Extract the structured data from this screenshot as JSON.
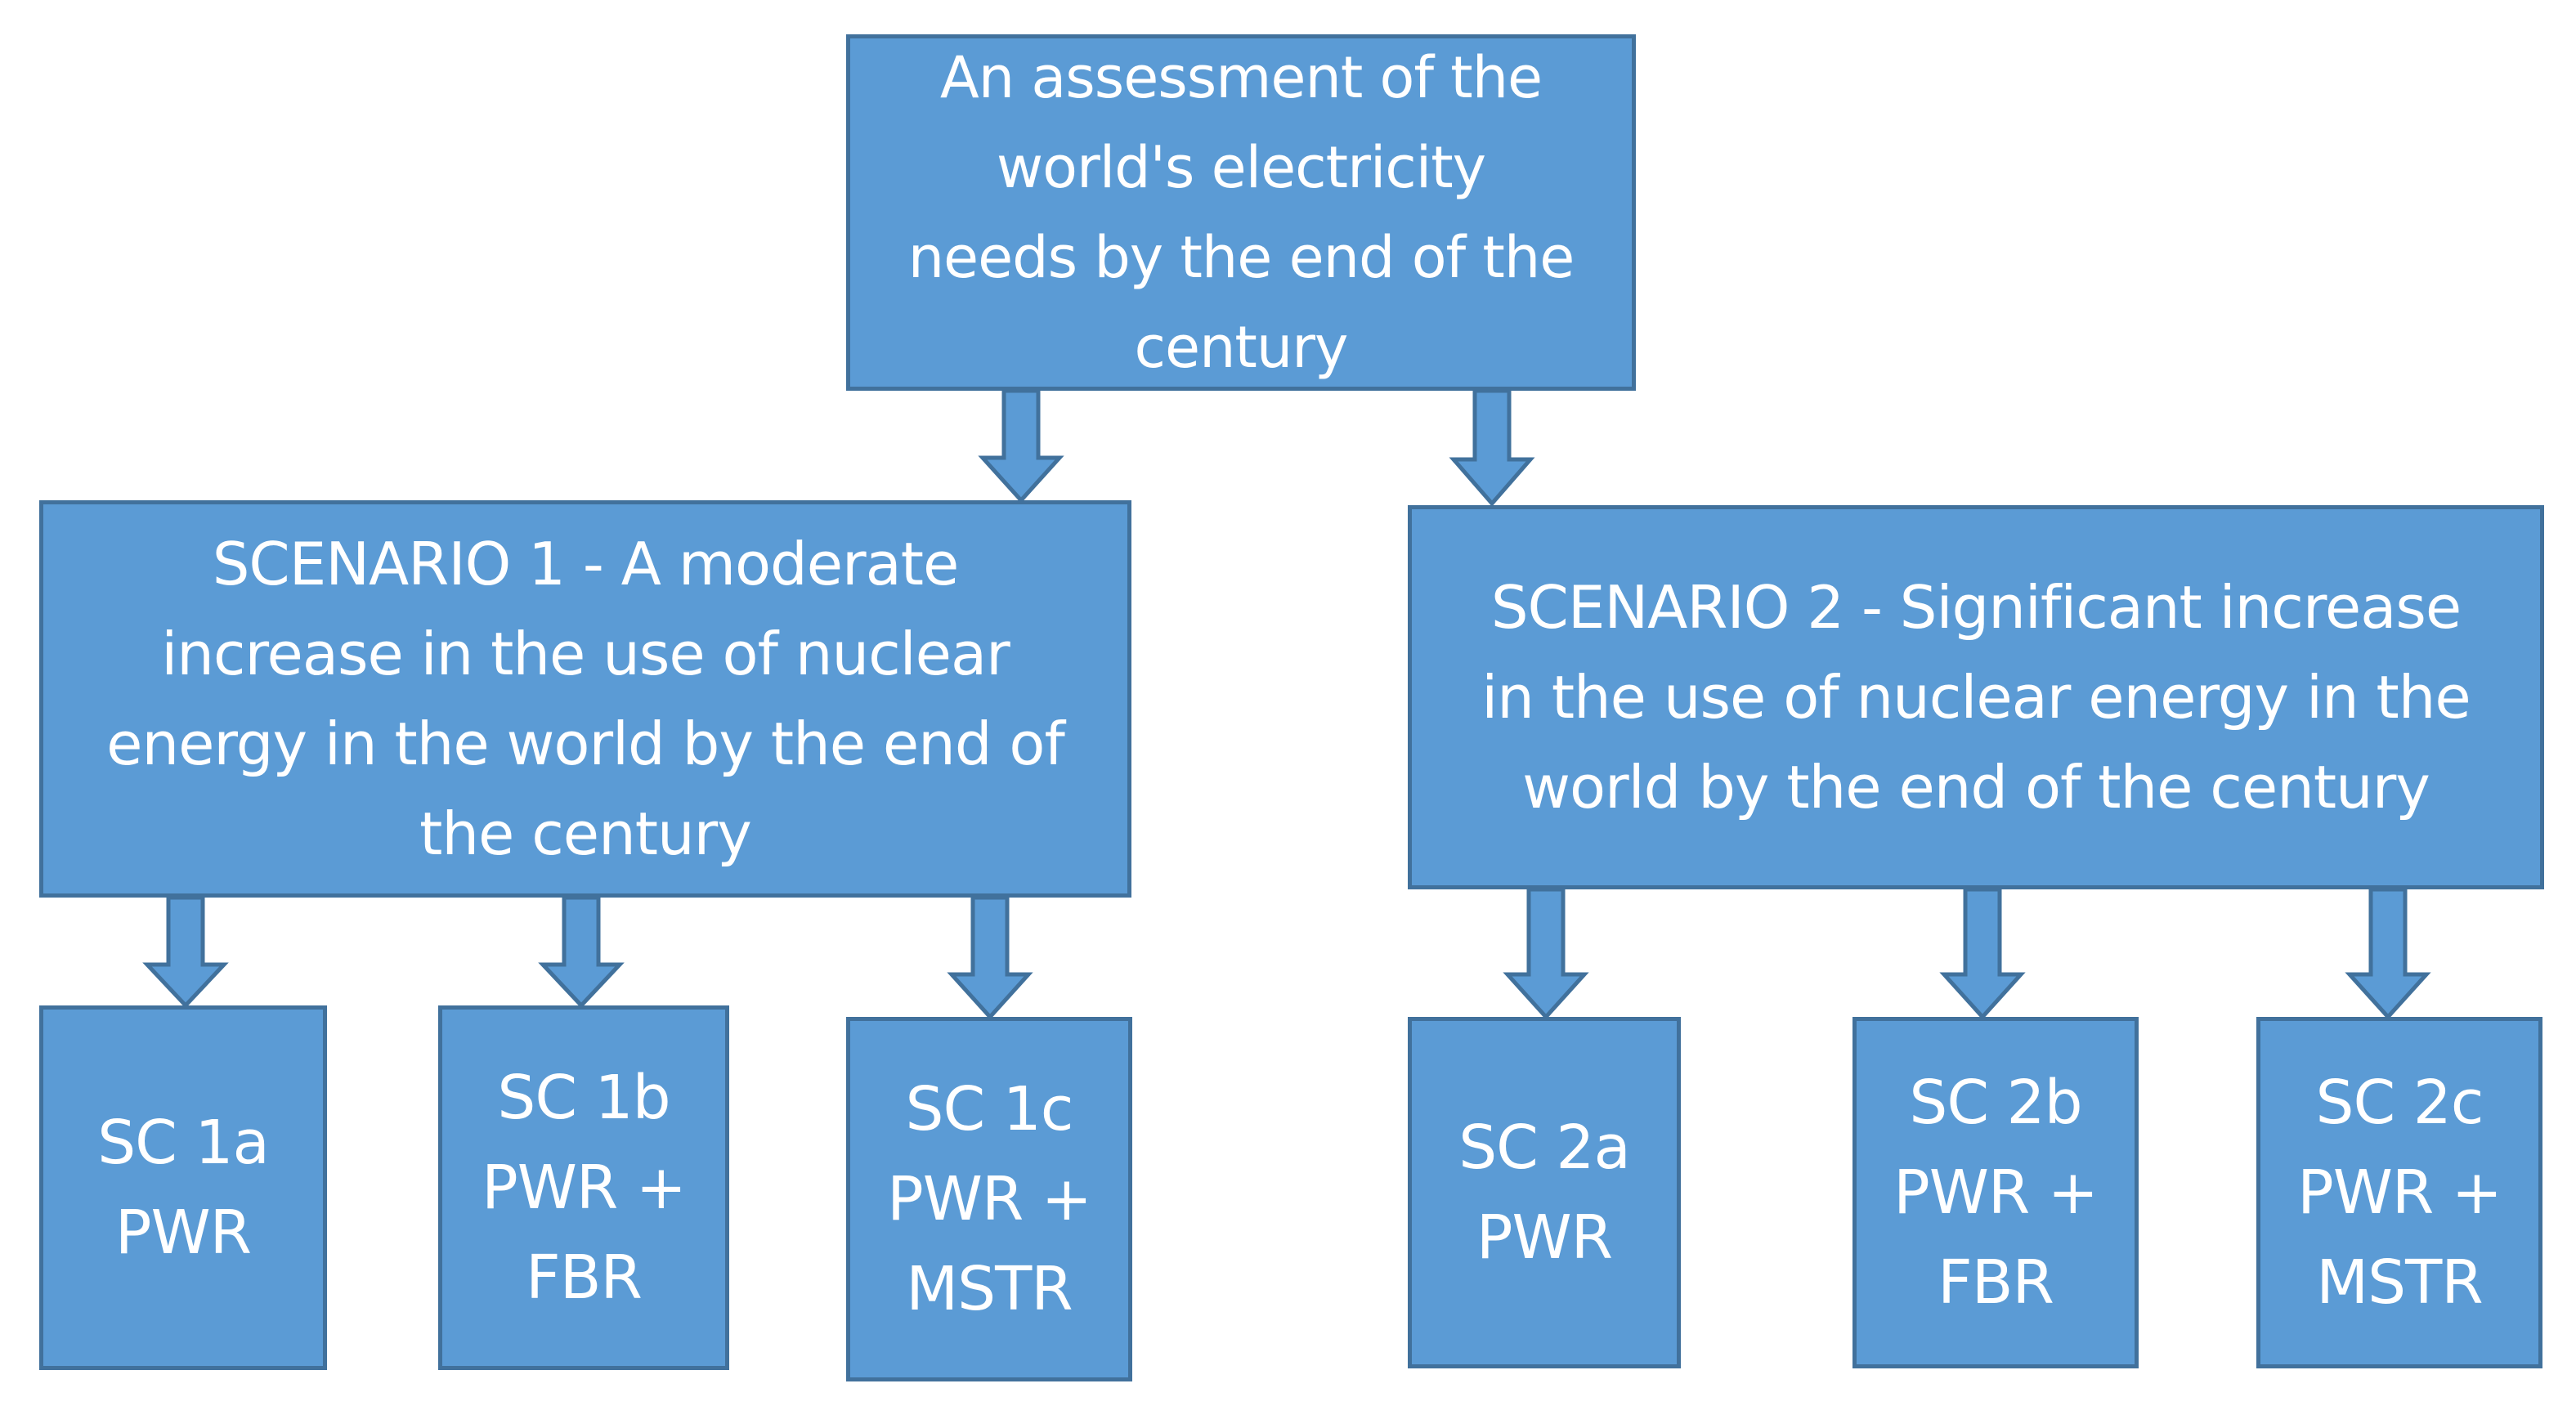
{
  "diagram": {
    "root": {
      "text": "An assessment of the\nworld's electricity\nneeds by the end of the\ncentury"
    },
    "scenario1": {
      "text": "SCENARIO 1 - A moderate\nincrease in the use of nuclear\nenergy in the world by the end of\nthe century"
    },
    "scenario2": {
      "text": "SCENARIO 2 - Significant increase\nin the use of nuclear energy in the\nworld by the end of the century"
    },
    "sc1a": {
      "text": "SC 1a\nPWR"
    },
    "sc1b": {
      "text": "SC 1b\nPWR +\nFBR"
    },
    "sc1c": {
      "text": "SC 1c\nPWR +\nMSTR"
    },
    "sc2a": {
      "text": "SC 2a\nPWR"
    },
    "sc2b": {
      "text": "SC 2b\nPWR +\nFBR"
    },
    "sc2c": {
      "text": "SC 2c\nPWR +\nMSTR"
    },
    "colors": {
      "box_fill": "#5b9bd5",
      "box_border": "#41719c",
      "text": "#ffffff"
    }
  }
}
